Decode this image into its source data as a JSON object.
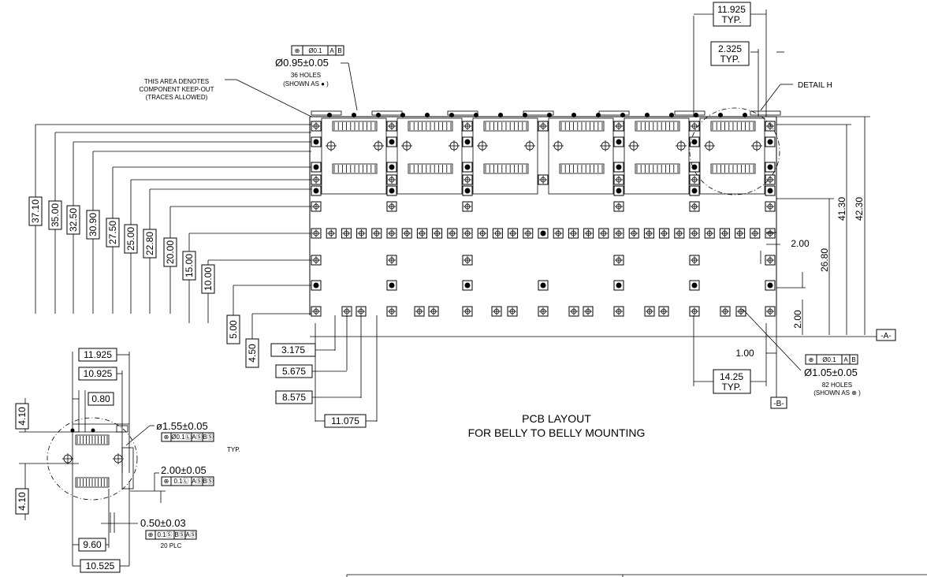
{
  "drawing": {
    "title_line1": "PCB LAYOUT",
    "title_line2": "FOR BELLY TO BELLY MOUNTING",
    "keepout_note": [
      "THIS AREA DENOTES",
      "COMPONENT KEEP-OUT",
      "(TRACES ALLOWED)"
    ],
    "hole_callout_small": {
      "frame": [
        "⊕",
        "Ø0.1",
        "A",
        "B"
      ],
      "size": "Ø0.95±0.05",
      "count": "36 HOLES",
      "shown_as": "(SHOWN AS ● )"
    },
    "hole_callout_large": {
      "frame": [
        "⊕",
        "Ø0.1",
        "A",
        "B"
      ],
      "size": "Ø1.05±0.05",
      "count": "82 HOLES",
      "shown_as": "(SHOWN AS ⊕ )"
    },
    "detail_label": "DETAIL H",
    "datum_a": "-A-",
    "datum_b": "-B-",
    "typ": "TYP.",
    "left_dims": [
      "37.10",
      "35.00",
      "32.50",
      "30.90",
      "27.50",
      "25.00",
      "22.80",
      "20.00",
      "15.00",
      "10.00",
      "5.00",
      "4.50"
    ],
    "bottom_dims": [
      "3.175",
      "5.675",
      "8.575",
      "11.075"
    ],
    "right_dims": [
      "2.00",
      "26.80",
      "41.30",
      "42.30",
      "2.00",
      "1.00",
      "14.25"
    ],
    "top_dims": [
      "11.925",
      "2.325"
    ],
    "detail": {
      "dims_top": [
        "11.925",
        "10.925",
        "0.80"
      ],
      "dims_left": [
        "4.10",
        "4.10"
      ],
      "dims_bottom": [
        "9.60",
        "10.525"
      ],
      "callout1": {
        "size": "ø1.55±0.05",
        "frame": [
          "⊕",
          "Ø0.1Ⓛ",
          "AⓈ",
          "BⓈ"
        ],
        "typ": "TYP."
      },
      "callout2": {
        "size": "2.00±0.05",
        "frame": [
          "⊕",
          "0.1Ⓛ",
          "AⓈ",
          "BⓈ"
        ]
      },
      "callout3": {
        "size": "0.50±0.03",
        "frame": [
          "⊕",
          "0.1Ⓢ",
          "BⓈ",
          "AⓈ"
        ],
        "plc": "20 PLC"
      }
    }
  }
}
